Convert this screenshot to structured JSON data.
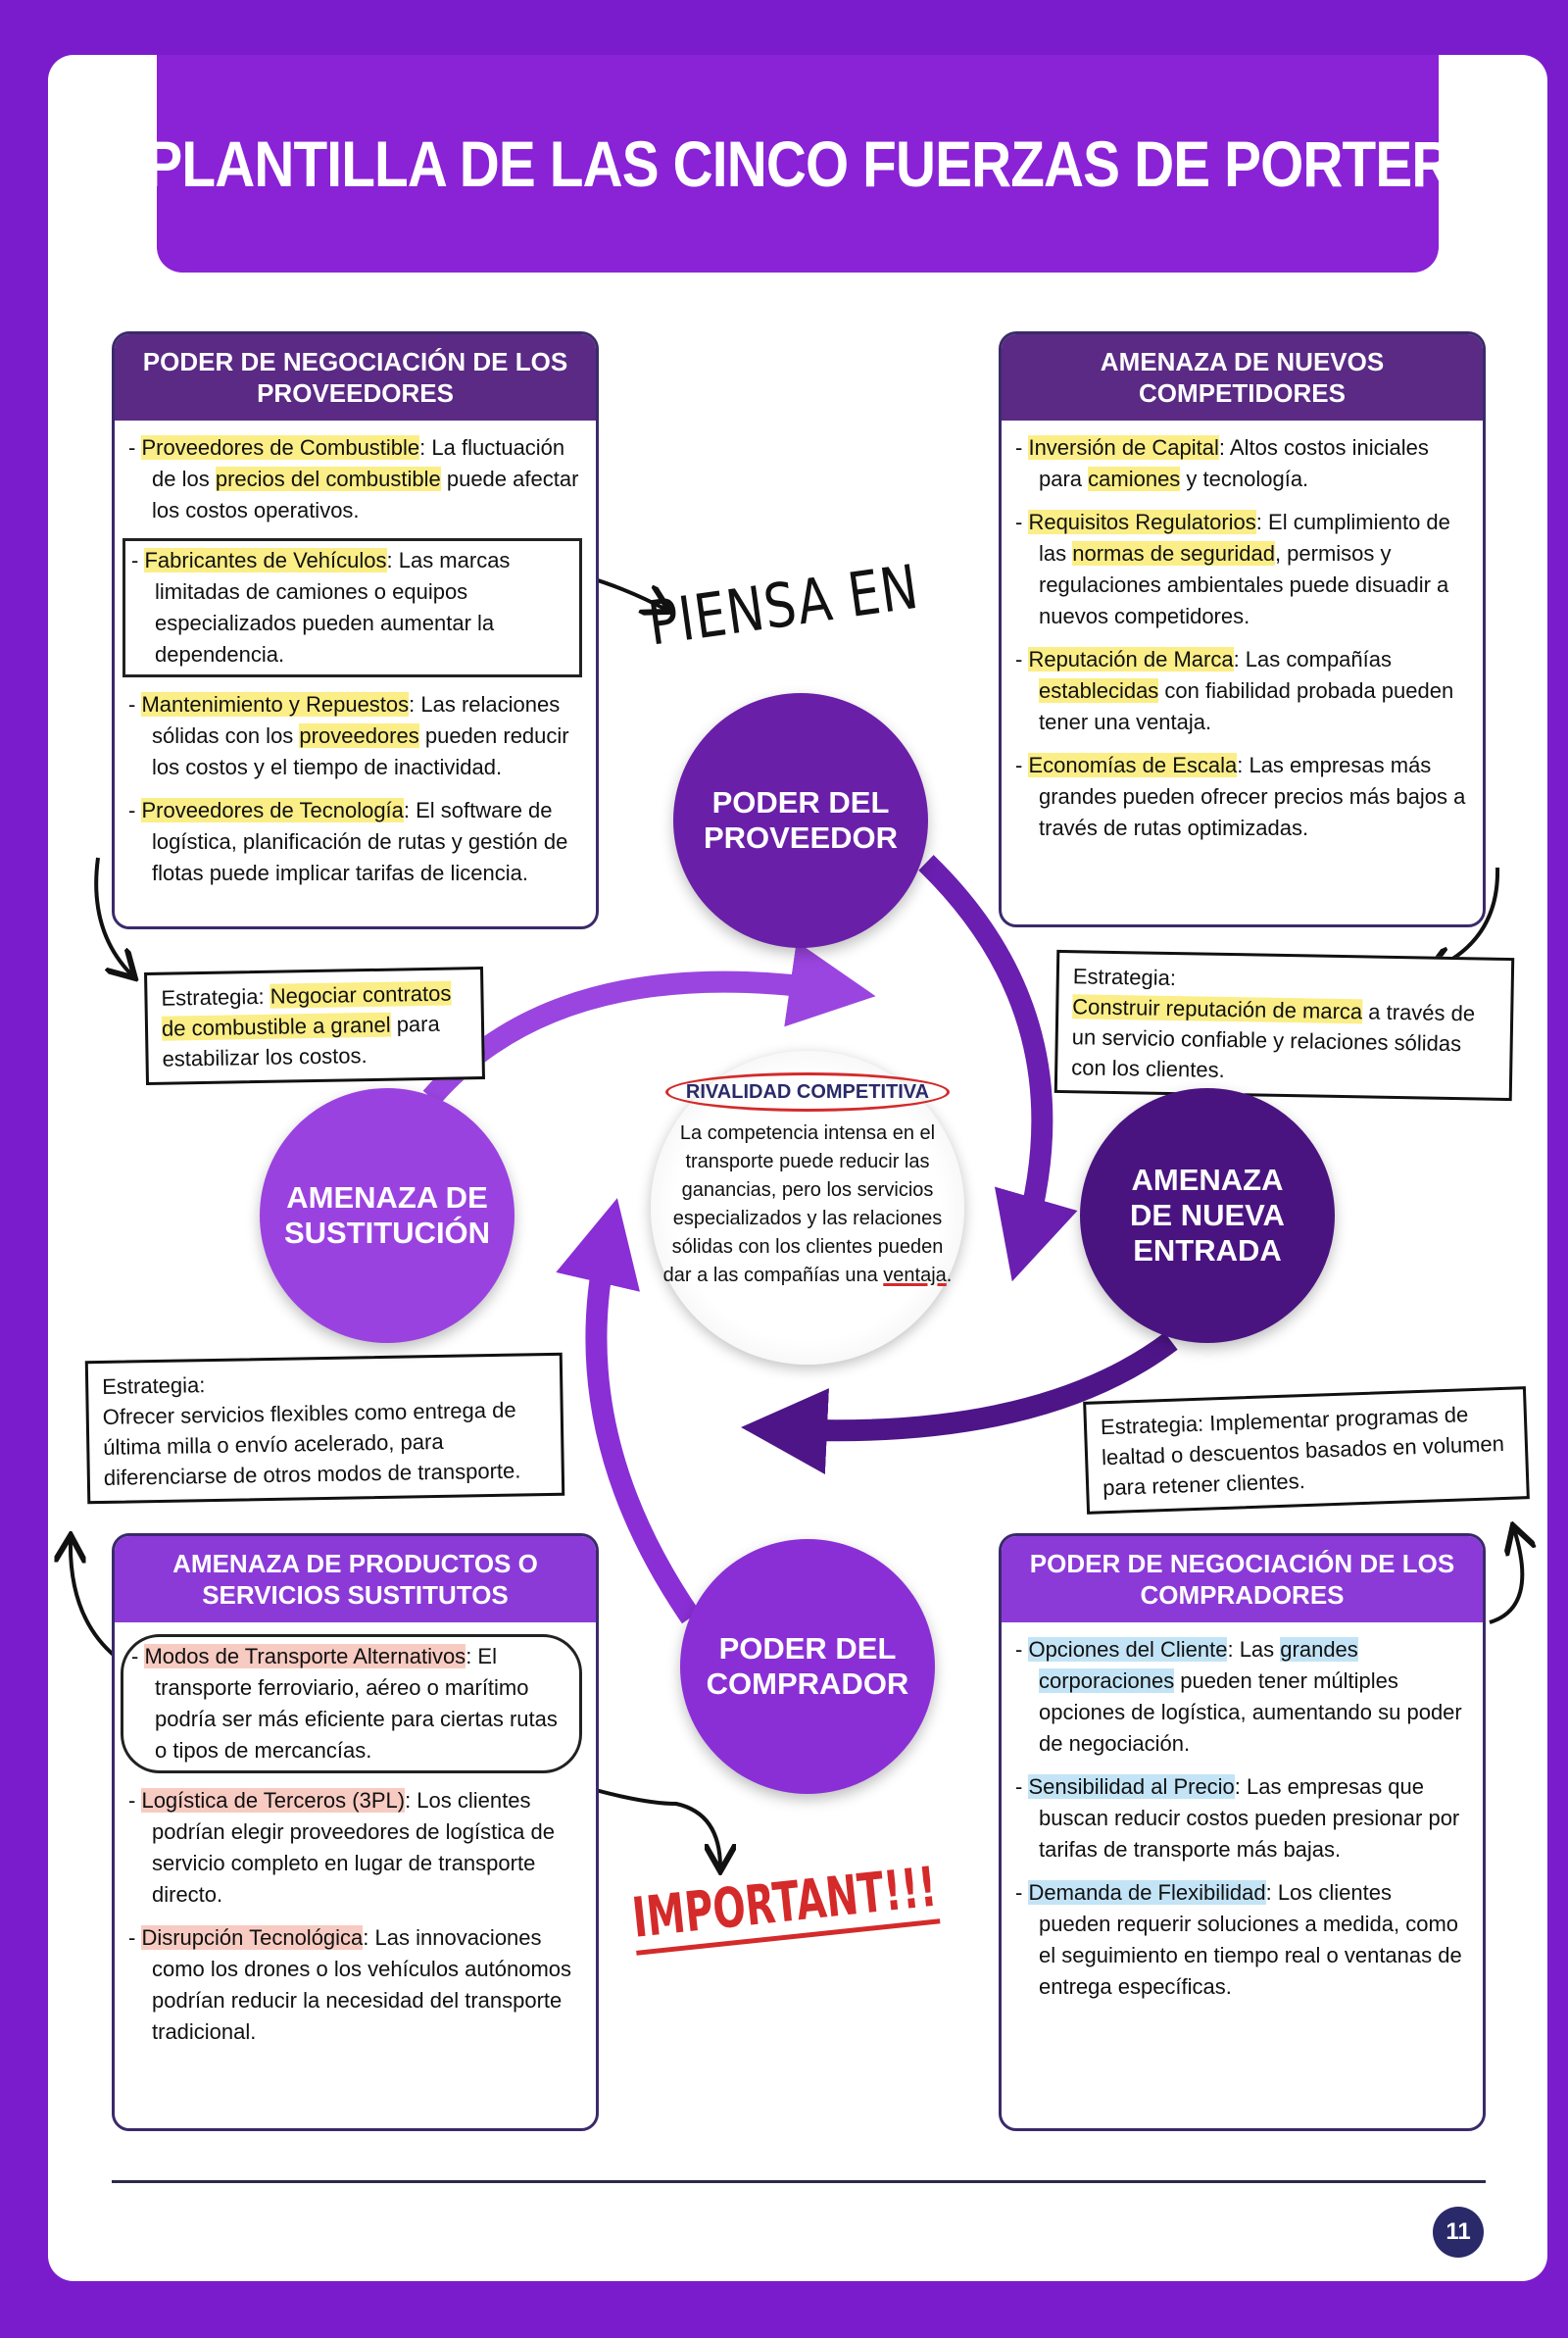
{
  "title": "PLANTILLA DE LAS CINCO FUERZAS DE PORTER",
  "colors": {
    "background": "#7a1ccc",
    "banner": "#8a22d6",
    "header_dark": "#5a2a84",
    "highlight_yellow": "#fbee86",
    "highlight_pink": "#f8cbc2",
    "highlight_blue": "#c3e4f6",
    "accent_red": "#d42a2a"
  },
  "boxes": {
    "suppliers": {
      "header": "PODER DE NEGOCIACIÓN DE LOS PROVEEDORES",
      "hl": "hl-y",
      "items": [
        {
          "segs": [
            {
              "t": "Proveedores de Combustible",
              "h": 1
            },
            {
              "t": ": La fluctuación de los "
            },
            {
              "t": "precios del combustible",
              "h": 1
            },
            {
              "t": " puede afectar los costos operativos."
            }
          ]
        },
        {
          "style": "framed",
          "segs": [
            {
              "t": "Fabricantes de Vehículos",
              "h": 1
            },
            {
              "t": ": Las marcas limitadas de camiones o equipos especializados pueden aumentar la dependencia."
            }
          ]
        },
        {
          "segs": [
            {
              "t": "Mantenimiento y Repuestos",
              "h": 1
            },
            {
              "t": ": Las relaciones sólidas con los "
            },
            {
              "t": "proveedores",
              "h": 1
            },
            {
              "t": " pueden reducir los costos y el tiempo de inactividad."
            }
          ]
        },
        {
          "segs": [
            {
              "t": "Proveedores de Tecnología",
              "h": 1
            },
            {
              "t": ": El software de logística, planificación de rutas y gestión de flotas puede implicar tarifas de licencia."
            }
          ]
        }
      ]
    },
    "new_competitors": {
      "header": "AMENAZA DE NUEVOS COMPETIDORES",
      "hl": "hl-y",
      "items": [
        {
          "segs": [
            {
              "t": "Inversión de Capital",
              "h": 1
            },
            {
              "t": ": Altos costos iniciales para "
            },
            {
              "t": "camiones",
              "h": 1
            },
            {
              "t": " y tecnología."
            }
          ]
        },
        {
          "segs": [
            {
              "t": "Requisitos Regulatorios",
              "h": 1
            },
            {
              "t": ": El cumplimiento de las "
            },
            {
              "t": "normas de seguridad",
              "h": 1
            },
            {
              "t": ", permisos y regulaciones ambientales puede disuadir a nuevos competidores."
            }
          ]
        },
        {
          "segs": [
            {
              "t": "Reputación de Marca",
              "h": 1
            },
            {
              "t": ": Las compañías "
            },
            {
              "t": "establecidas",
              "h": 1
            },
            {
              "t": " con fiabilidad probada pueden tener una ventaja."
            }
          ]
        },
        {
          "segs": [
            {
              "t": "Economías de Escala",
              "h": 1
            },
            {
              "t": ": Las empresas más grandes pueden ofrecer precios más bajos a través de rutas optimizadas."
            }
          ]
        }
      ]
    },
    "substitutes": {
      "header": "AMENAZA DE PRODUCTOS O SERVICIOS SUSTITUTOS",
      "hl": "hl-p",
      "items": [
        {
          "style": "circled",
          "segs": [
            {
              "t": "Modos de Transporte Alternativos",
              "h": 1
            },
            {
              "t": ": El transporte ferroviario, aéreo o marítimo podría ser más eficiente para ciertas rutas o tipos de mercancías."
            }
          ]
        },
        {
          "segs": [
            {
              "t": "Logística de Terceros (3PL)",
              "h": 1
            },
            {
              "t": ": Los clientes podrían elegir proveedores de logística de servicio completo en lugar de transporte directo."
            }
          ]
        },
        {
          "segs": [
            {
              "t": "Disrupción Tecnológica",
              "h": 1
            },
            {
              "t": ": Las innovaciones como los drones o los vehículos autónomos podrían reducir la necesidad del transporte tradicional."
            }
          ]
        }
      ]
    },
    "buyers": {
      "header": "PODER DE NEGOCIACIÓN DE LOS COMPRADORES",
      "hl": "hl-b",
      "items": [
        {
          "segs": [
            {
              "t": "Opciones del Cliente",
              "h": 1
            },
            {
              "t": ": Las "
            },
            {
              "t": "grandes corporaciones",
              "h": 1
            },
            {
              "t": " pueden tener múltiples opciones de logística, aumentando su poder de negociación."
            }
          ]
        },
        {
          "segs": [
            {
              "t": "Sensibilidad al Precio",
              "h": 1
            },
            {
              "t": ": Las empresas que buscan reducir costos pueden presionar por tarifas de transporte más bajas."
            }
          ]
        },
        {
          "segs": [
            {
              "t": "Demanda de Flexibilidad",
              "h": 1
            },
            {
              "t": ": Los clientes pueden requerir soluciones a medida, como el seguimiento en tiempo real o ventanas de entrega específicas."
            }
          ]
        }
      ]
    }
  },
  "strategies": {
    "suppliers": {
      "label": "Estrategia: ",
      "highlight": "Negociar contratos de combustible a granel",
      "rest": " para estabilizar los costos."
    },
    "new_competitors": {
      "label": "Estrategia:",
      "highlight": "Construir reputación de marca",
      "rest": " a través de un servicio confiable y relaciones sólidas con los clientes."
    },
    "substitutes": {
      "label": "Estrategia:",
      "text": "Ofrecer servicios flexibles como entrega de última milla o envío acelerado, para diferenciarse de otros modos de transporte."
    },
    "buyers": {
      "label": "Estrategia: ",
      "text": "Implementar programas de lealtad o descuentos basados en volumen para retener clientes."
    }
  },
  "forces": {
    "supplier": "PODER DEL PROVEEDOR",
    "new_entry": "AMENAZA DE NUEVA ENTRADA",
    "buyer": "PODER DEL COMPRADOR",
    "substitution": "AMENAZA DE SUSTITUCIÓN"
  },
  "rivalry": {
    "title": "RIVALIDAD COMPETITIVA",
    "text": "La competencia intensa en el transporte puede reducir las ganancias, pero los servicios especializados y las relaciones sólidas con los clientes pueden dar a las compañías una ",
    "underlined": "ventaja",
    "end": "."
  },
  "annotations": {
    "think": "PIENSA EN",
    "important": "IMPORTANT!!!"
  },
  "page_number": "11"
}
